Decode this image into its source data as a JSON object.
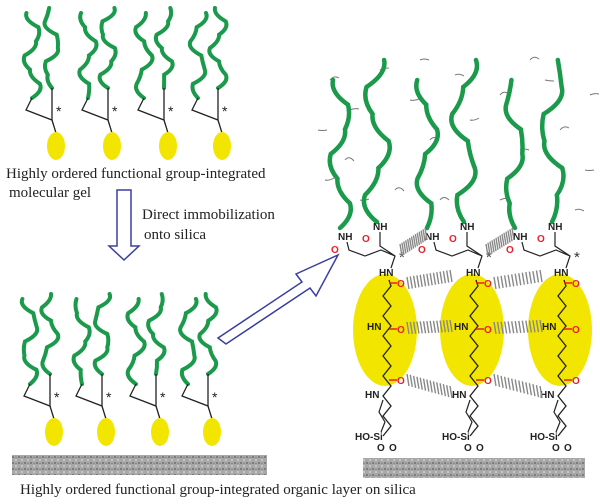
{
  "captions": {
    "gel_line1": "Highly ordered functional group-integrated",
    "gel_line2": "molecular gel",
    "step_line1": "Direct immobilization",
    "step_line2": "onto silica",
    "bottom": "Highly ordered functional group-integrated organic layer on silica"
  },
  "chem_labels": {
    "nh": "NH",
    "hn": "HN",
    "o": "O",
    "chiral": "*",
    "silanol": "HO-Si",
    "oxygen": "O"
  },
  "colors": {
    "chain": "#1a9a4a",
    "core": "#f2e600",
    "carbonyl": "#e8202a",
    "arrow": "#3a3fa0",
    "silica": "#9a9a9a"
  }
}
